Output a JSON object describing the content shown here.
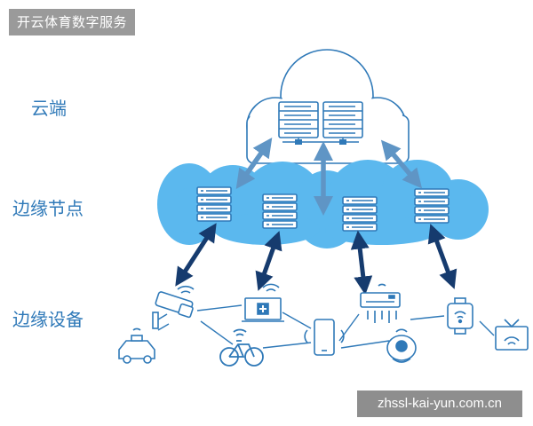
{
  "header": {
    "badge": "开云体育数字服务"
  },
  "layers": {
    "cloud": "云端",
    "edge_nodes": "边缘节点",
    "devices": "边缘设备"
  },
  "watermark": {
    "text": "zhssl-kai-yun.com.cn"
  },
  "colors": {
    "cloud_fill": "#5bb8ee",
    "outline": "#2f79b8",
    "dark_arrow": "#163b6e",
    "light_arrow": "#5f95c5",
    "badge_bg": "#9a9a9a",
    "watermark_bg": "#8e8e8e"
  },
  "icons": [
    "cloud-server-icon",
    "edge-server-icon",
    "security-camera-icon",
    "hospital-icon",
    "car-icon",
    "bicycle-icon",
    "smartphone-icon",
    "air-conditioner-icon",
    "robot-vacuum-icon",
    "smartwatch-icon",
    "smart-tv-icon"
  ]
}
